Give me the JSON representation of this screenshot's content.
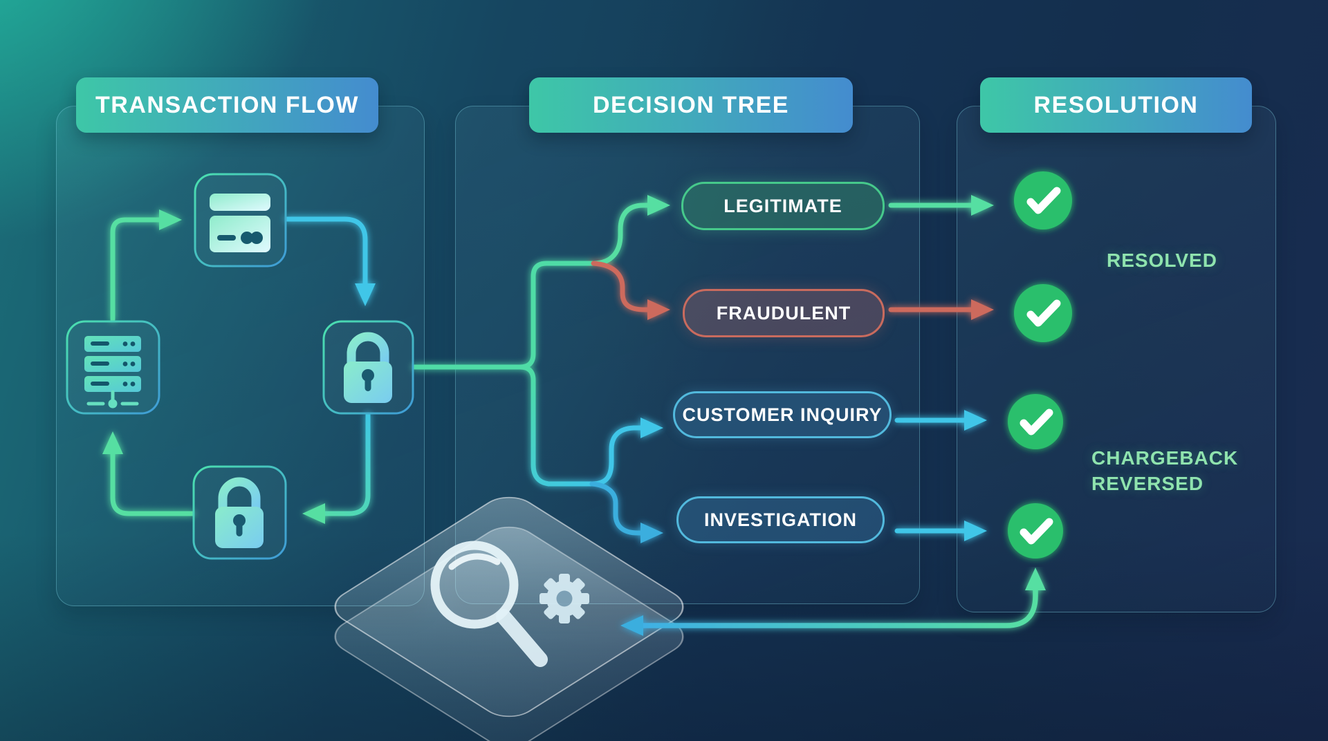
{
  "headers": {
    "transaction_flow": "TRANSACTION FLOW",
    "decision_tree": "DECISION TREE",
    "resolution": "RESOLUTION"
  },
  "transaction_flow": {
    "nodes": [
      {
        "icon": "credit-card-icon"
      },
      {
        "icon": "secure-lock-icon"
      },
      {
        "icon": "confirmation-lock-icon"
      },
      {
        "icon": "server-icon"
      }
    ],
    "cycle": [
      "server",
      "credit-card",
      "secure-lock",
      "confirmation-lock",
      "server"
    ]
  },
  "decision_tree": {
    "branches": [
      {
        "label": "LEGITIMATE",
        "color": "#46c98b",
        "arrow_color": "#57dfa2"
      },
      {
        "label": "FRAUDULENT",
        "color": "#c96b5e",
        "arrow_color": "#cd6b5d"
      },
      {
        "label": "CUSTOMER INQUIRY",
        "color": "#52b9dd",
        "arrow_color": "#3fc6e8"
      },
      {
        "label": "INVESTIGATION",
        "color": "#52b9dd",
        "arrow_color": "#3aaede"
      }
    ]
  },
  "resolution": {
    "checkmark_count": 4,
    "check_color": "#2cbf6c",
    "labels": {
      "resolved": "RESOLVED",
      "chargeback_line1": "CHARGEBACK",
      "chargeback_line2": "REVERSED"
    }
  },
  "analysis_tool": {
    "icons": [
      "magnifier-icon",
      "gear-icon"
    ],
    "connects": "investigation-outcome"
  },
  "colors": {
    "header_gradient_start": "#3ec7a7",
    "header_gradient_end": "#448ccf",
    "flow_green": "#57dfa2",
    "flow_cyan": "#3fc6e8",
    "alert_red": "#cd6b5d",
    "check_green": "#2cbf6c",
    "outcome_text_green": "#8fe3ae",
    "bg_teal": "#1f8183",
    "bg_navy": "#172b4e"
  }
}
